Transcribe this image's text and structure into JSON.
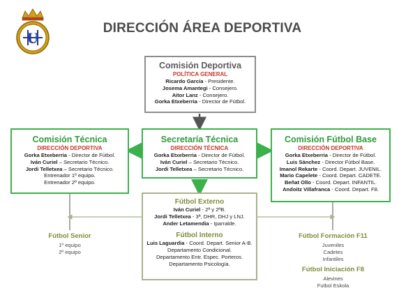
{
  "header": {
    "title": "DIRECCIÓN ÁREA DEPORTIVA"
  },
  "colors": {
    "green": "#3cb04a",
    "grey": "#8c8c8c",
    "olive": "#7f8c3b",
    "red": "#c0392b"
  },
  "comision_deportiva": {
    "title": "Comisión Deportiva",
    "subtitle": "POLÍTICA GENERAL",
    "members": [
      {
        "name": "Ricardo García",
        "role": " - Presidente."
      },
      {
        "name": "Josema Amantegi",
        "role": " - Consejero."
      },
      {
        "name": "Aitor Lanz",
        "role": " - Consejero."
      },
      {
        "name": "Gorka Etxeberria",
        "role": " - Director de Fútbol."
      }
    ]
  },
  "comision_tecnica": {
    "title": "Comisión Técnica",
    "subtitle": "DIRECCIÓN DEPORTIVA",
    "members": [
      {
        "name": "Gorka Etxeberria",
        "role": " - Director de Fútbol."
      },
      {
        "name": "Iván Curiel",
        "role": " – Secretario Técnico."
      },
      {
        "name": "Jordi Telletxea",
        "role": " – Secretario Técnico."
      }
    ],
    "extra": [
      "Entrenador 1º equipo.",
      "Entrenador 2º equipo."
    ]
  },
  "secretaria_tecnica": {
    "title": "Secretaría Técnica",
    "subtitle": "DIRECCIÓN TÉCNICA",
    "members": [
      {
        "name": "Gorka Etxeberria",
        "role": " - Director de Fútbol."
      },
      {
        "name": "Iván Curiel",
        "role": " – Secretario Técnico."
      },
      {
        "name": "Jordi Telletxea",
        "role": " – Secretario Técnico."
      }
    ]
  },
  "comision_futbol_base": {
    "title": "Comisión Fútbol Base",
    "subtitle": "DIRECCIÓN DEPORTIVA",
    "members": [
      {
        "name": "Gorka Etxeberria",
        "role": " - Director de Fútbol."
      },
      {
        "name": "Luis Sánchez",
        "role": " - Director Fútbol Base."
      },
      {
        "name": "Imanol Rekarte",
        "role": " - Coord. Depart. JUVENIL."
      },
      {
        "name": "Mario Capelete",
        "role": " - Coord. Depart. CADETE."
      },
      {
        "name": "Beñat Ollo",
        "role": " - Coord. Depart. INFANTIL."
      },
      {
        "name": "Andoitz Villafranca",
        "role": " - Coord. Depart. F8."
      }
    ]
  },
  "futbol_externo": {
    "title": "Fútbol Externo",
    "members": [
      {
        "name": "Iván Curiel",
        "role": " - 2ª y 2ªB."
      },
      {
        "name": "Jordi Telletxea",
        "role": " - 3ª, DHR, DHJ y LNJ."
      },
      {
        "name": "Ander Letamendia",
        "role": " - Iparralde."
      }
    ]
  },
  "futbol_interno": {
    "title": "Fútbol Interno",
    "members": [
      {
        "name": "Luis Laguardia",
        "role": " - Coord. Depart. Senior A-B."
      }
    ],
    "extra": [
      "Departamento Condicional.",
      "Departamento Entr. Espec. Porteros.",
      "Departamento Psicología."
    ]
  },
  "futbol_senior": {
    "title": "Fútbol Senior",
    "items": [
      "1º equipo",
      "2º equipo"
    ]
  },
  "futbol_formacion": {
    "title": "Fútbol Formación F11",
    "items": [
      "Juveniles",
      "Cadetes",
      "Infantiles"
    ]
  },
  "futbol_iniciacion": {
    "title": "Fútbol Iniciación F8",
    "items": [
      "Alevines",
      "Futbol Eskola"
    ]
  }
}
